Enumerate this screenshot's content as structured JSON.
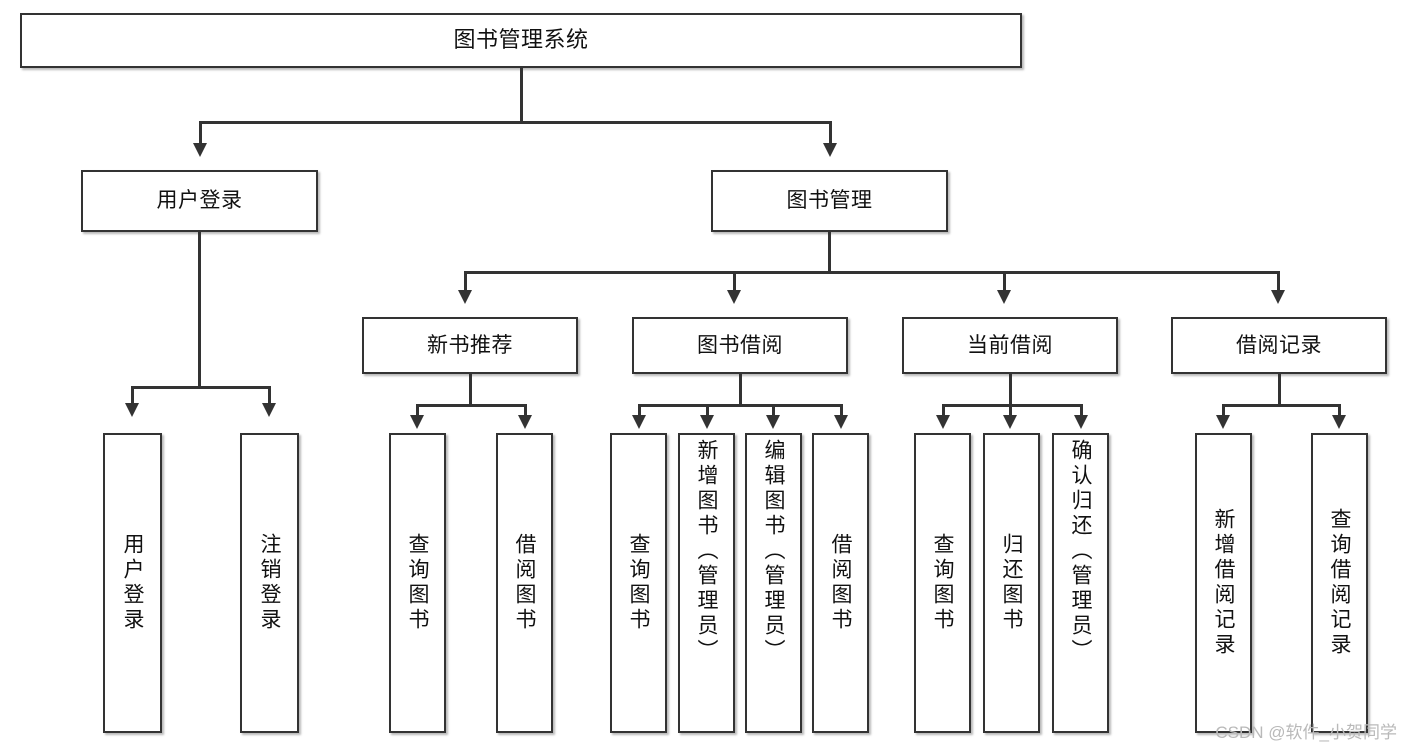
{
  "diagram": {
    "title": "图书管理系统",
    "type": "hierarchy-tree",
    "watermark": "CSDN @软件_小贺同学",
    "colors": {
      "box_border": "#333333",
      "box_fill": "#ffffff",
      "connector": "#333333",
      "background": "#ffffff",
      "watermark": "#b9b9b9"
    },
    "root": {
      "label": "图书管理系统"
    },
    "level2": [
      {
        "label": "用户登录"
      },
      {
        "label": "图书管理"
      }
    ],
    "level3": [
      {
        "label": "新书推荐"
      },
      {
        "label": "图书借阅"
      },
      {
        "label": "当前借阅"
      },
      {
        "label": "借阅记录"
      }
    ],
    "leaves": {
      "user_login": [
        {
          "label": "用户登录"
        },
        {
          "label": "注销登录"
        }
      ],
      "new_book_recommend": [
        {
          "label": "查询图书"
        },
        {
          "label": "借阅图书"
        }
      ],
      "book_borrow": [
        {
          "label": "查询图书"
        },
        {
          "label": "新增图书（管理员）"
        },
        {
          "label": "编辑图书（管理员）"
        },
        {
          "label": "借阅图书"
        }
      ],
      "current_borrow": [
        {
          "label": "查询图书"
        },
        {
          "label": "归还图书"
        },
        {
          "label": "确认归还（管理员）"
        }
      ],
      "borrow_record": [
        {
          "label": "新增借阅记录"
        },
        {
          "label": "查询借阅记录"
        }
      ]
    }
  }
}
